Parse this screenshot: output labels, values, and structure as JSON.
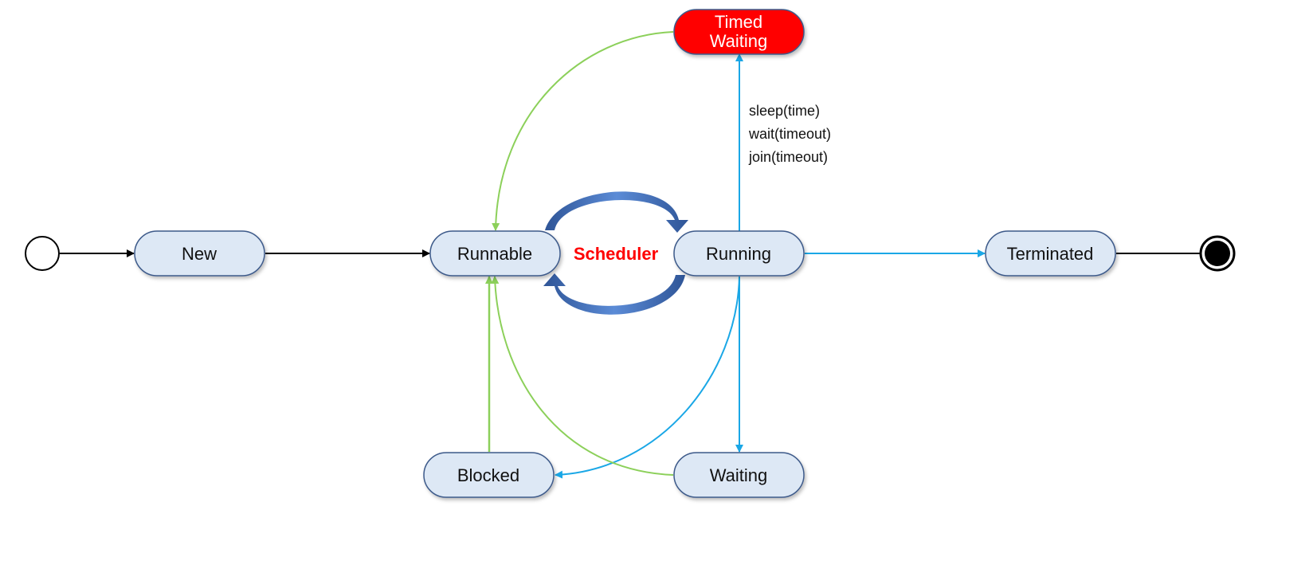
{
  "states": {
    "new": "New",
    "runnable": "Runnable",
    "running": "Running",
    "terminated": "Terminated",
    "timed_waiting_line1": "Timed",
    "timed_waiting_line2": "Waiting",
    "blocked": "Blocked",
    "waiting": "Waiting"
  },
  "scheduler_label": "Scheduler",
  "timed_methods": [
    "sleep(time)",
    "wait(timeout)",
    "join(timeout)"
  ],
  "colors": {
    "state_fill": "#dde8f5",
    "state_stroke": "#3d5a8a",
    "timed_waiting_fill": "#ff0000",
    "black_arrow": "#000000",
    "blue_arrow": "#1aa7e6",
    "green_arrow": "#8cd05a",
    "scheduler_arrow": "#4472c4",
    "scheduler_text": "#ff0000"
  },
  "icons": {
    "initial": "initial-state-icon",
    "final": "final-state-icon"
  }
}
